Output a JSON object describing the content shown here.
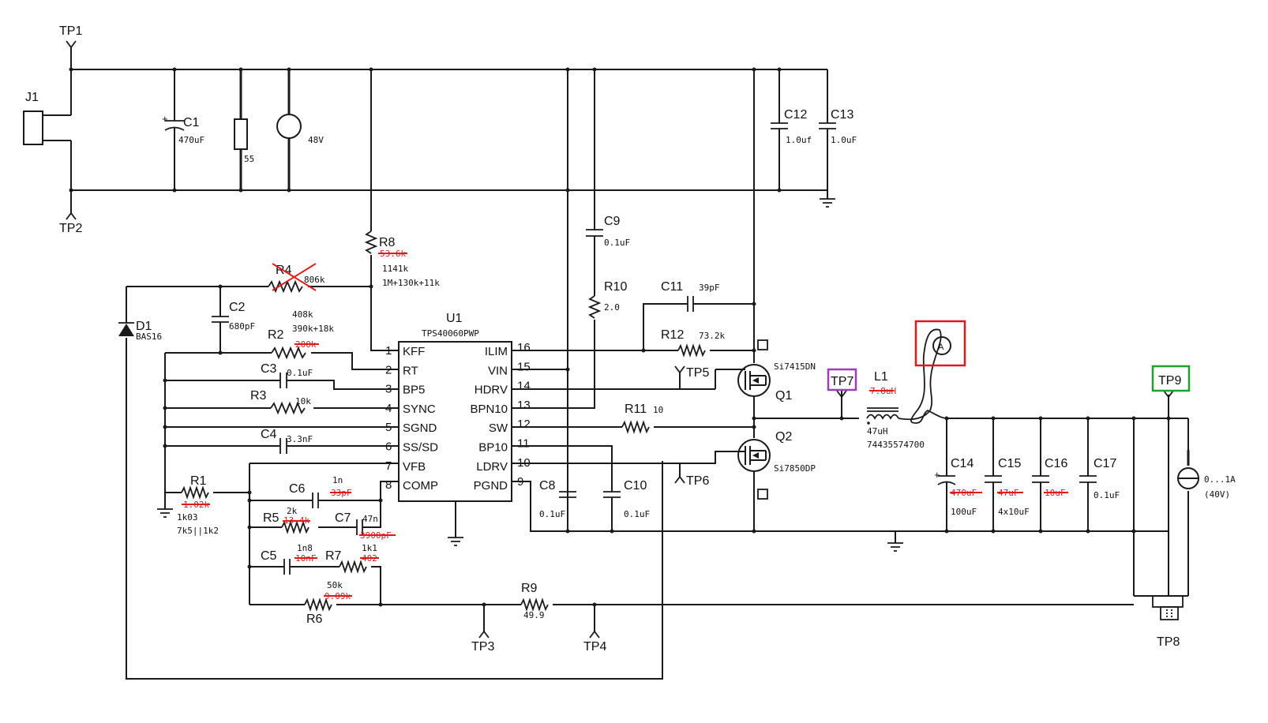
{
  "testpoints": {
    "tp1": "TP1",
    "tp2": "TP2",
    "tp3": "TP3",
    "tp4": "TP4",
    "tp5": "TP5",
    "tp6": "TP6",
    "tp7": "TP7",
    "tp8": "TP8",
    "tp9": "TP9"
  },
  "input": {
    "j1": "J1",
    "c1_ref": "C1",
    "c1_val": "470uF",
    "load_val": "55",
    "src_val": "48V",
    "c12_ref": "C12",
    "c12_val": "1.0uf",
    "c13_ref": "C13",
    "c13_val": "1.0uF"
  },
  "u1": {
    "ref": "U1",
    "part": "TPS40060PWP",
    "left_pins": [
      {
        "num": "1",
        "name": "KFF"
      },
      {
        "num": "2",
        "name": "RT"
      },
      {
        "num": "3",
        "name": "BP5"
      },
      {
        "num": "4",
        "name": "SYNC"
      },
      {
        "num": "5",
        "name": "SGND"
      },
      {
        "num": "6",
        "name": "SS/SD"
      },
      {
        "num": "7",
        "name": "VFB"
      },
      {
        "num": "8",
        "name": "COMP"
      }
    ],
    "right_pins": [
      {
        "num": "16",
        "name": "ILIM"
      },
      {
        "num": "15",
        "name": "VIN"
      },
      {
        "num": "14",
        "name": "HDRV"
      },
      {
        "num": "13",
        "name": "BPN10"
      },
      {
        "num": "12",
        "name": "SW"
      },
      {
        "num": "11",
        "name": "BP10"
      },
      {
        "num": "10",
        "name": "LDRV"
      },
      {
        "num": "9",
        "name": "PGND"
      }
    ]
  },
  "parts": {
    "r8_ref": "R8",
    "r8_old": "53.6k",
    "r8_val": "1141k",
    "r8_note": "1M+130k+11k",
    "r4_ref": "R4",
    "r4_old": "806k",
    "c2_ref": "C2",
    "c2_val": "680pF",
    "r2_ref": "R2",
    "r2_val": "408k",
    "r2_note": "390k+18k",
    "r2_old": "200k",
    "c3_ref": "C3",
    "c3_val": "0.1uF",
    "r3_ref": "R3",
    "r3_val": "10k",
    "c4_ref": "C4",
    "c4_val": "3.3nF",
    "d1_ref": "D1",
    "d1_val": "BAS16",
    "r1_ref": "R1",
    "r1_old": "1.02k",
    "r1_val": "1k03",
    "r1_note": "7k5||1k2",
    "c6_ref": "C6",
    "c6_val": "1n",
    "c6_old": "33pF",
    "r5_ref": "R5",
    "r5_val": "2k",
    "r5_old": "13.4k",
    "c7_ref": "C7",
    "c7_val": "47n",
    "c7_old": "3900pF",
    "c5_ref": "C5",
    "c5_val": "1n8",
    "c5_old": "10nF",
    "r7_ref": "R7",
    "r7_val": "1k1",
    "r7_old": "402",
    "r6_ref": "R6",
    "r6_val": "50k",
    "r6_old": "9.09k",
    "r9_ref": "R9",
    "r9_val": "49.9",
    "c9_ref": "C9",
    "c9_val": "0.1uF",
    "r10_ref": "R10",
    "r10_val": "2.0",
    "c11_ref": "C11",
    "c11_val": "39pF",
    "r12_ref": "R12",
    "r12_val": "73.2k",
    "q1_ref": "Q1",
    "q1_val": "Si7415DN",
    "q2_ref": "Q2",
    "q2_val": "Si7850DP",
    "r11_ref": "R11",
    "r11_val": "10",
    "c8_ref": "C8",
    "c8_val": "0.1uF",
    "c10_ref": "C10",
    "c10_val": "0.1uF",
    "l1_ref": "L1",
    "l1_old": "7.8uH",
    "l1_val": "47uH",
    "l1_part": "74435574700",
    "c14_ref": "C14",
    "c14_old": "470uF",
    "c14_val": "100uF",
    "c15_ref": "C15",
    "c15_old": "47uF",
    "c15_val": "4x10uF",
    "c16_ref": "C16",
    "c16_old": "10uF",
    "c17_ref": "C17",
    "c17_val": "0.1uF",
    "ammeter": "A",
    "iload_val": "0...1A",
    "iload_note": "(40V)"
  },
  "highlight_colors": {
    "ammeter_box": "#e0191b",
    "tp7_box": "#9b3fb5",
    "tp9_box": "#1fa02e",
    "strike": "#e0191b"
  }
}
